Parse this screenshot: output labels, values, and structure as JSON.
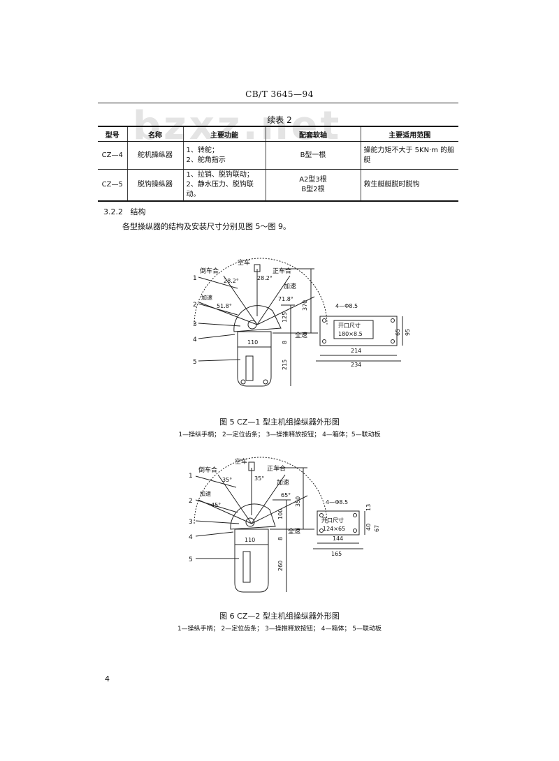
{
  "header": {
    "standard_code": "CB/T 3645—94",
    "watermark": "bzxz.net"
  },
  "table": {
    "caption": "续表 2",
    "columns": [
      "型号",
      "名称",
      "主要功能",
      "配套软轴",
      "主要适用范围"
    ],
    "rows": [
      {
        "model": "CZ—4",
        "name": "舵机操纵器",
        "functions": [
          "1、转舵；",
          "2、舵角指示"
        ],
        "shaft": [
          "B型一根"
        ],
        "scope": "操舵力矩不大于 5KN·m 的船艇"
      },
      {
        "model": "CZ—5",
        "name": "脱钩操纵器",
        "functions": [
          "1、拉销、脱钩联动；",
          "2、静水压力、脱钩联动。"
        ],
        "shaft": [
          "A2型3根",
          "B型2根"
        ],
        "scope": "救生艇艇脱时脱钩"
      }
    ]
  },
  "section": {
    "number": "3.2.2",
    "title": "结构",
    "paragraph": "各型操纵器的结构及安装尺寸分别见图 5～图 9。"
  },
  "figure5": {
    "caption": "图 5  CZ—1 型主机组操纵器外形图",
    "legend": "1—操纵手柄； 2—定位齿条； 3—操推释放按钮； 4—箱体；5—联动板",
    "labels": {
      "idle": "空车",
      "reverse": "倒车合",
      "forward": "正车合",
      "accel_left": "加速",
      "accel_right": "加速",
      "full_speed": "全速",
      "angle_a": "28.2°",
      "angle_b": "28.2°",
      "angle_c": "51.8°",
      "angle_d": "71.8°",
      "dim_370": "370",
      "dim_125": "125",
      "dim_8": "8",
      "dim_110": "110",
      "dim_215": "215",
      "holes": "4—Φ8.5",
      "opening_title": "开口尺寸",
      "opening_size": "180×8.5",
      "dim_214": "214",
      "dim_234": "234",
      "dim_65": "65",
      "dim_95": "95",
      "p1": "1",
      "p2": "2",
      "p3": "3",
      "p4": "4",
      "p5": "5"
    }
  },
  "figure6": {
    "caption": "图 6  CZ—2 型主机组操纵器外形图",
    "legend": "1—操纵手柄； 2—定位齿条； 3—操推释放按钮； 4—箱体； 5—联动板",
    "labels": {
      "idle": "空车",
      "reverse": "倒车合",
      "forward": "正车合",
      "accel_left": "加速",
      "accel_right": "加速",
      "full_speed": "全速",
      "angle_a": "35°",
      "angle_b": "35°",
      "angle_c": "45°",
      "angle_d": "65°",
      "dim_350": "350",
      "dim_100": "100",
      "dim_8": "8",
      "dim_110": "110",
      "dim_260": "260",
      "holes": "4—Φ8.5",
      "opening_title": "开口尺寸",
      "opening_size": "124×65",
      "dim_144": "144",
      "dim_165": "165",
      "dim_40": "40",
      "dim_67": "67",
      "dim_13": "13",
      "p1": "1",
      "p2": "2",
      "p3": "3",
      "p4": "4",
      "p5": "5"
    }
  },
  "page_number": "4"
}
